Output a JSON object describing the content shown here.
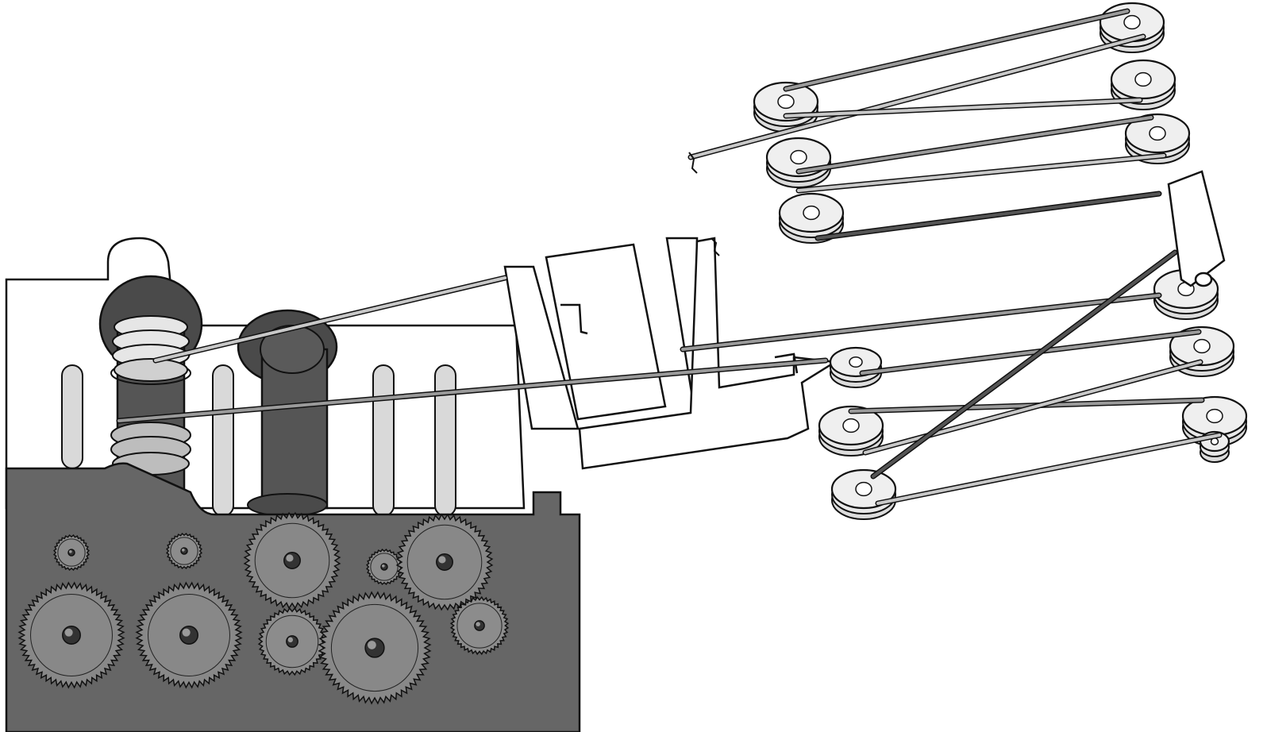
{
  "colors": {
    "background": "#ffffff",
    "outline": "#111111",
    "housing_dark": "#666666",
    "spool_dark": "#555555",
    "spool_rim": "#4a4a4a",
    "gear_fill": "#888888",
    "gear_fill_small": "#8c8c8c",
    "cable_light": "#c8c8c8",
    "cable_mid": "#9a9a9a",
    "cable_dark": "#555555",
    "pulley_fill": "#efefef",
    "slot_fill": "#d9d9d9",
    "frame_fill": "#ffffff"
  },
  "diagram": {
    "description_parts": [
      "gear-housing",
      "cable-spools",
      "slots",
      "gear-train",
      "linkage-frame",
      "pulley-array",
      "cables"
    ],
    "gears": [
      {
        "id": "gear-large-1",
        "teeth": 56,
        "size": "large"
      },
      {
        "id": "gear-large-2",
        "teeth": 56,
        "size": "large"
      },
      {
        "id": "gear-large-3",
        "teeth": 56,
        "size": "large"
      },
      {
        "id": "gear-upper-1",
        "teeth": 48,
        "size": "medium"
      },
      {
        "id": "gear-upper-2",
        "teeth": 48,
        "size": "medium"
      },
      {
        "id": "gear-small-1",
        "teeth": 40,
        "size": "small"
      },
      {
        "id": "gear-small-2",
        "teeth": 40,
        "size": "small"
      },
      {
        "id": "gear-tiny-1",
        "teeth": 28,
        "size": "tiny"
      },
      {
        "id": "gear-tiny-2",
        "teeth": 28,
        "size": "tiny"
      },
      {
        "id": "gear-tiny-3",
        "teeth": 28,
        "size": "tiny"
      }
    ],
    "pulley_count": 13
  }
}
